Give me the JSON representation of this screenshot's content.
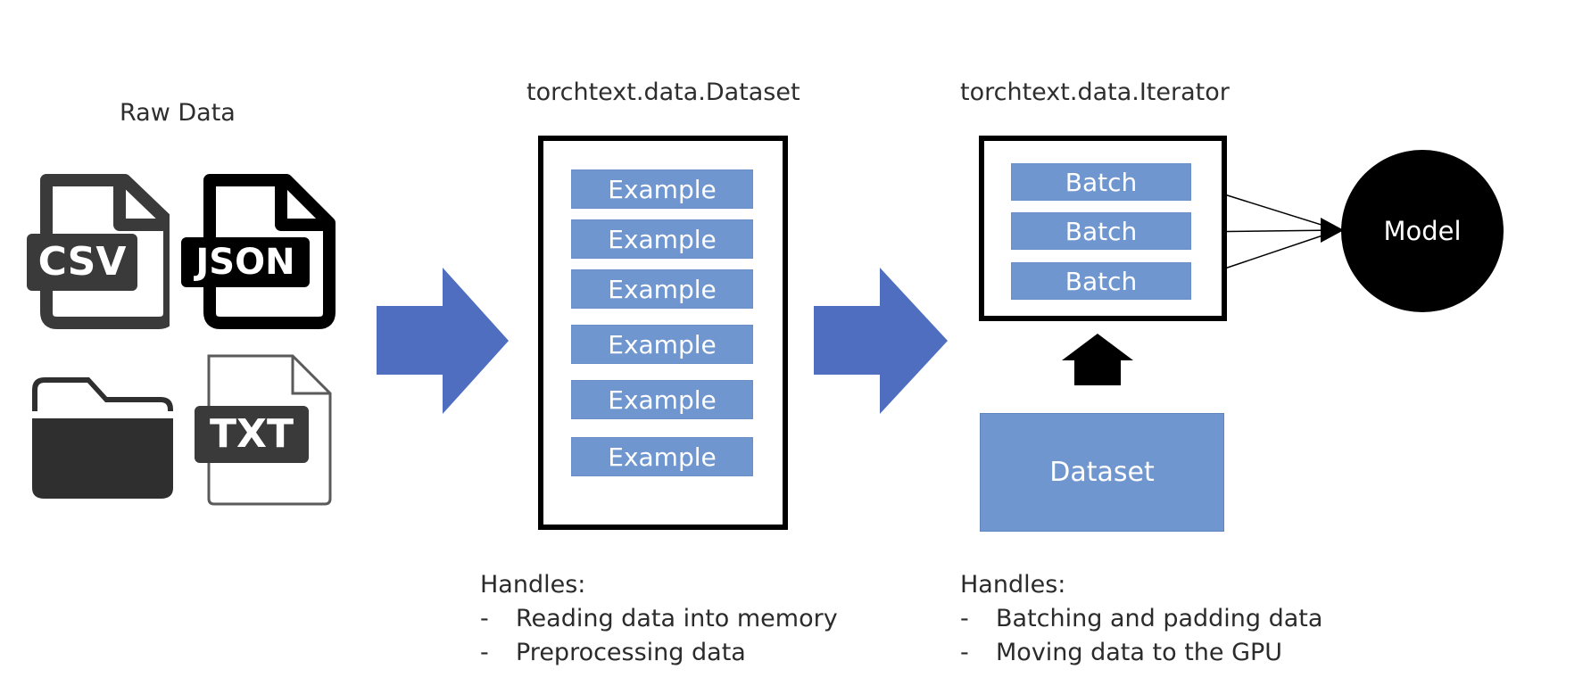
{
  "raw_data": {
    "title": "Raw Data",
    "icons": [
      {
        "name": "csv-file-icon",
        "text": "CSV"
      },
      {
        "name": "json-file-icon",
        "text": "JSON"
      },
      {
        "name": "folder-icon",
        "text": ""
      },
      {
        "name": "txt-file-icon",
        "text": "TXT"
      }
    ]
  },
  "dataset_section": {
    "title": "torchtext.data.Dataset",
    "examples": [
      "Example",
      "Example",
      "Example",
      "Example",
      "Example",
      "Example"
    ],
    "handles_title": "Handles:",
    "handles": [
      "Reading data into memory",
      "Preprocessing data"
    ]
  },
  "iterator_section": {
    "title": "torchtext.data.Iterator",
    "batches": [
      "Batch",
      "Batch",
      "Batch"
    ],
    "dataset_label": "Dataset",
    "handles_title": "Handles:",
    "handles": [
      "Batching and padding data",
      "Moving data to the GPU"
    ]
  },
  "model": {
    "label": "Model"
  },
  "colors": {
    "block_blue": "#7096cf",
    "arrow_blue": "#4f6ec0",
    "frame": "#000000"
  }
}
